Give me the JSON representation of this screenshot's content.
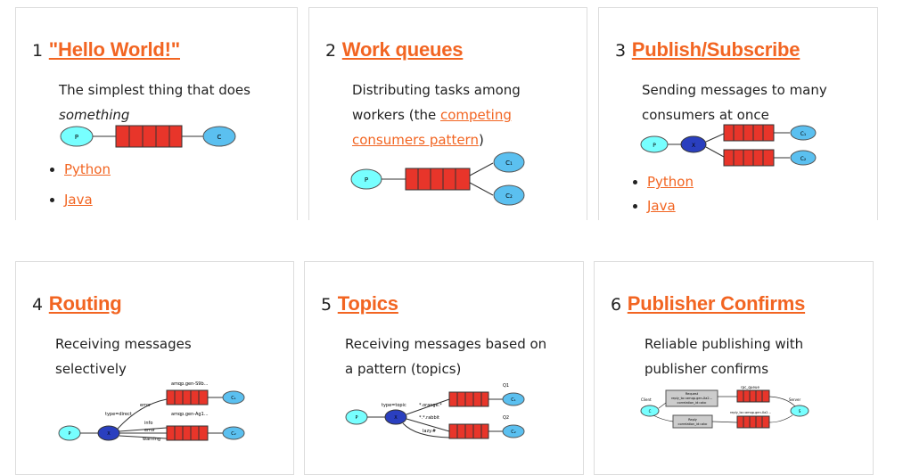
{
  "colors": {
    "accent": "#f26522",
    "queue": "#e8352a",
    "producer": "#7ff",
    "consumer": "#5bc0f0",
    "exchange": "#2a3fbf"
  },
  "cards": [
    {
      "num": "1",
      "title": "\"Hello World!\"",
      "desc": "The simplest thing that does",
      "desc_em": "something",
      "links": [
        "Python",
        "Java"
      ],
      "diagram": {
        "p": "P",
        "c": "C"
      }
    },
    {
      "num": "2",
      "title": "Work queues",
      "desc": "Distributing tasks among workers (the",
      "desc_link": "competing consumers pattern",
      "desc_end": ")",
      "diagram": {
        "p": "P",
        "c1": "C₁",
        "c2": "C₂"
      }
    },
    {
      "num": "3",
      "title": "Publish/Subscribe",
      "desc": "Sending messages to many consumers at once",
      "links": [
        "Python",
        "Java"
      ],
      "diagram": {
        "p": "P",
        "x": "X",
        "c1": "C₁",
        "c2": "C₂"
      }
    },
    {
      "num": "4",
      "title": "Routing",
      "desc": "Receiving messages selectively",
      "diagram": {
        "p": "P",
        "x": "X",
        "type": "type=direct",
        "q1": "amqp.gen-S9b...",
        "q2": "amqp.gen-Ag1...",
        "k1": "error",
        "k2": "info",
        "k3": "error",
        "k4": "warning",
        "c1": "C₁",
        "c2": "C₂"
      }
    },
    {
      "num": "5",
      "title": "Topics",
      "desc": "Receiving messages based on a pattern (topics)",
      "diagram": {
        "p": "P",
        "x": "X",
        "type": "type=topic",
        "q1": "Q1",
        "q2": "Q2",
        "k1": "*.orange.*",
        "k2": "*.*.rabbit",
        "k3": "lazy.#",
        "c1": "C₁",
        "c2": "C₂"
      }
    },
    {
      "num": "6",
      "title": "Publisher Confirms",
      "desc": "Reliable publishing with publisher confirms",
      "diagram": {
        "client": "Client",
        "server": "Server",
        "c": "C",
        "s": "S",
        "rpc": "rpc_queue",
        "reply_q": "reply_to=amqp.gen-Xa2...",
        "req1": "Request",
        "req2": "reply_to=amqp.gen-Xa2...",
        "req3": "correlation_id=abc",
        "rep1": "Reply",
        "rep2": "correlation_id=abc"
      }
    }
  ]
}
